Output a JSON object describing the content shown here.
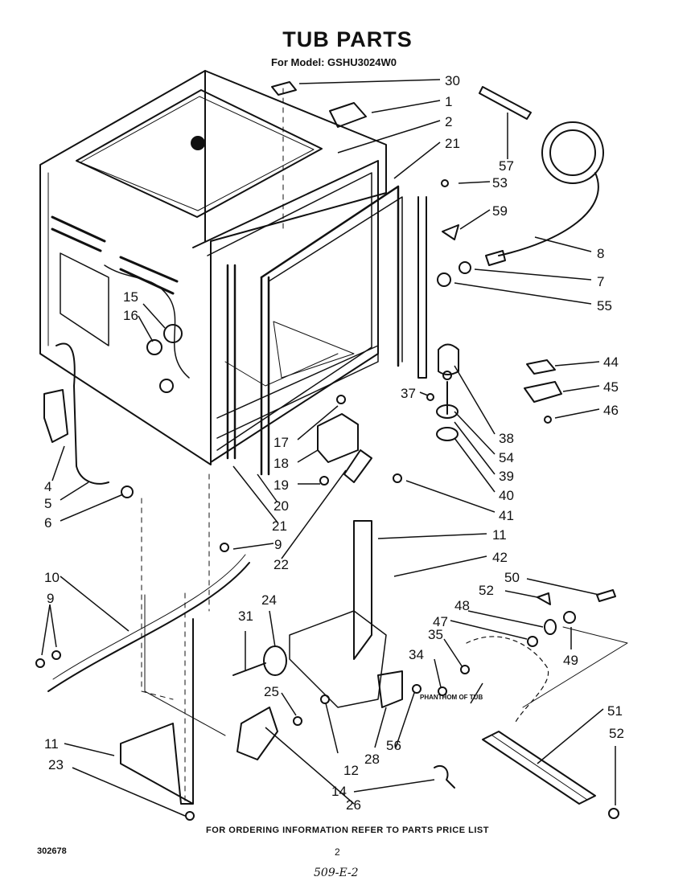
{
  "header": {
    "title": "TUB PARTS",
    "subtitle": "For Model: GSHU3024W0"
  },
  "diagram": {
    "callouts": [
      "30",
      "1",
      "2",
      "21",
      "57",
      "53",
      "59",
      "8",
      "7",
      "55",
      "15",
      "16",
      "44",
      "45",
      "46",
      "37",
      "38",
      "54",
      "39",
      "40",
      "41",
      "17",
      "18",
      "19",
      "20",
      "21",
      "4",
      "5",
      "6",
      "9",
      "22",
      "11",
      "42",
      "10",
      "9",
      "24",
      "31",
      "50",
      "52",
      "48",
      "47",
      "49",
      "35",
      "34",
      "25",
      "12",
      "28",
      "56",
      "11",
      "23",
      "14",
      "26",
      "51",
      "52"
    ],
    "annotation": "PHANTHOM OF TUB"
  },
  "footer": {
    "ordering_note": "FOR ORDERING INFORMATION REFER TO PARTS PRICE LIST",
    "doc_number": "302678",
    "page_number": "2",
    "handwritten_note": "509-E-2"
  }
}
